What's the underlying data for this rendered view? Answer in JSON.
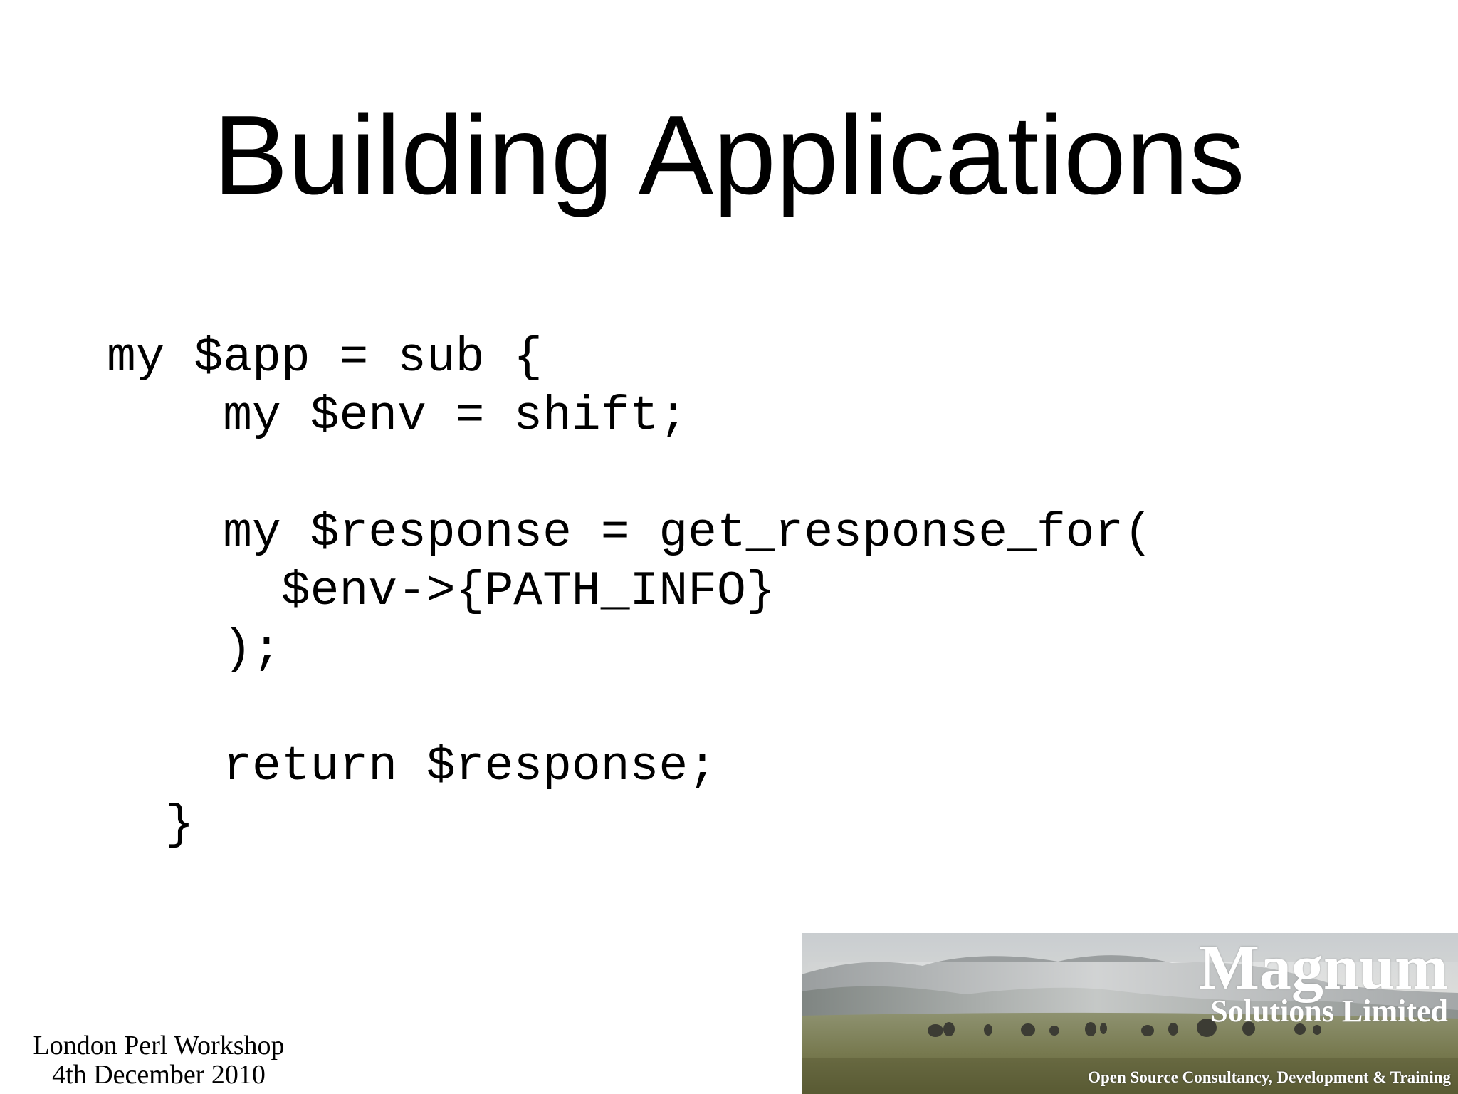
{
  "slide": {
    "title": "Building Applications",
    "code_lines": [
      "my $app = sub {",
      "    my $env = shift;",
      "",
      "    my $response = get_response_for(",
      "      $env->{PATH_INFO}",
      "    );",
      "",
      "    return $response;",
      "  }"
    ],
    "footer": {
      "event": "London Perl Workshop",
      "date": "4th December 2010"
    }
  },
  "banner": {
    "company_name": "Magnum",
    "company_suffix": "Solutions Limited",
    "tagline": "Open Source Consultancy, Development & Training"
  },
  "colors": {
    "background": "#ffffff",
    "text": "#000000",
    "banner_text": "#ffffff"
  }
}
